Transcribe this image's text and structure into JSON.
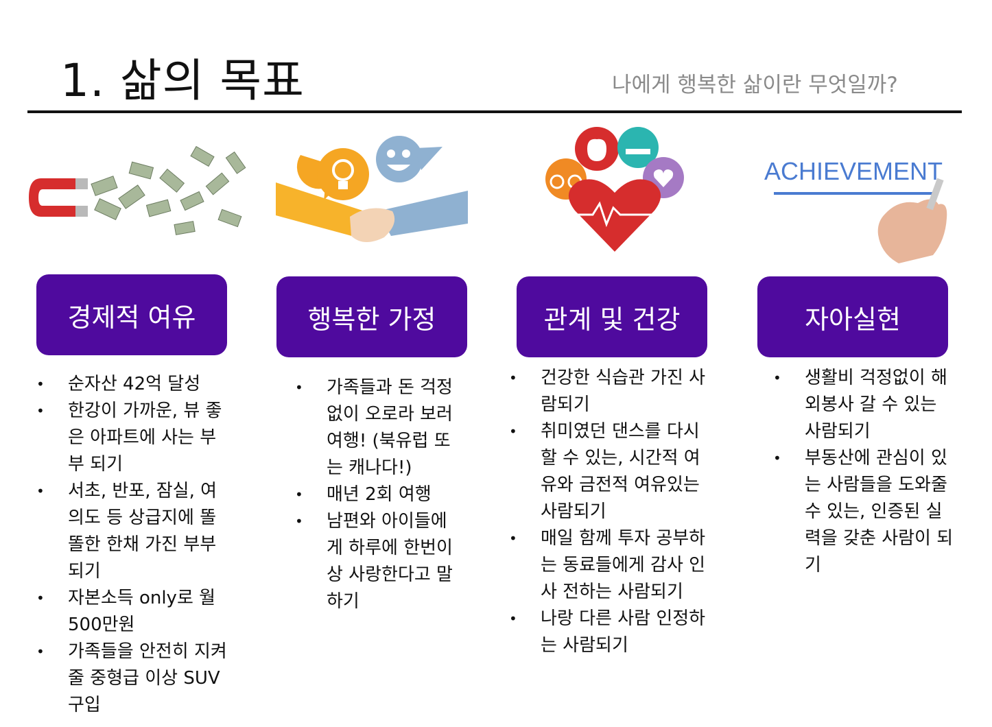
{
  "header": {
    "title": "1. 삶의 목표",
    "subtitle": "나에게 행복한 삶이란 무엇일까?"
  },
  "illustrations": {
    "achievement_text": "ACHIEVEMENT"
  },
  "columns": [
    {
      "badge": "경제적 여유",
      "items": [
        "순자산 42억 달성",
        "한강이 가까운, 뷰 좋은 아파트에 사는 부부 되기",
        "서초, 반포, 잠실, 여의도 등 상급지에 똘똘한 한채 가진 부부 되기",
        "자본소득 only로 월 500만원",
        "가족들을 안전히 지켜줄 중형급 이상 SUV 구입"
      ]
    },
    {
      "badge": "행복한 가정",
      "items": [
        "가족들과 돈 걱정없이 오로라 보러 여행! (북유럽 또는 캐나다!)",
        "매년 2회 여행",
        "남편와 아이들에게 하루에 한번이상 사랑한다고 말하기"
      ]
    },
    {
      "badge": "관계 및 건강",
      "items": [
        "건강한 식습관 가진 사람되기",
        "취미였던 댄스를 다시 할 수 있는, 시간적 여유와 금전적 여유있는 사람되기",
        "매일 함께 투자 공부하는 동료들에게 감사 인사 전하는 사람되기",
        "나랑 다른 사람 인정하는 사람되기"
      ]
    },
    {
      "badge": "자아실현",
      "items": [
        "생활비 걱정없이 해외봉사 갈 수 있는 사람되기",
        "부동산에 관심이 있는 사람들을 도와줄 수 있는, 인증된 실력을 갖춘 사람이 되기"
      ]
    }
  ],
  "colors": {
    "badge_bg": "#4f0a9e",
    "badge_text": "#ffffff",
    "subtitle": "#8a8a8a",
    "rule": "#111111"
  }
}
